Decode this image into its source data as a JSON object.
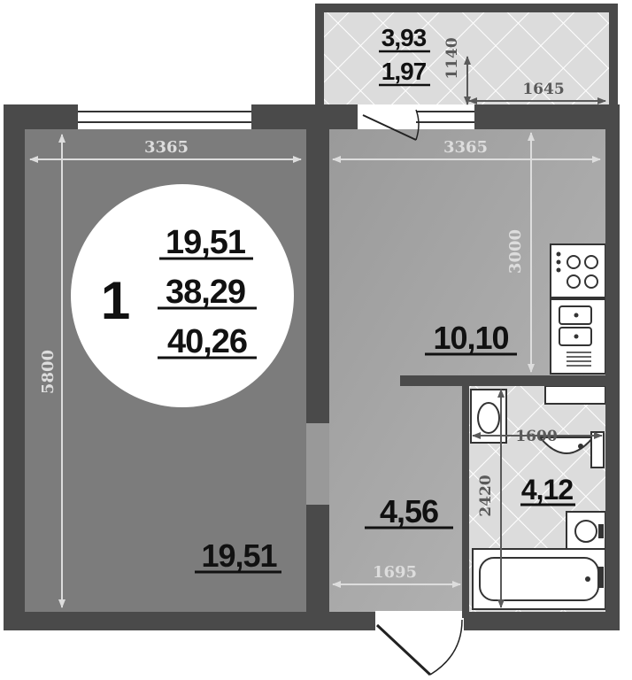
{
  "plan": {
    "badge": {
      "rooms": "1",
      "living_area": "19,51",
      "total_area": "38,29",
      "total_with_balcony": "40,26"
    },
    "balcony": {
      "area_full": "3,93",
      "area_reduced": "1,97"
    },
    "rooms": {
      "living_room": "19,51",
      "kitchen": "10,10",
      "hallway": "4,56",
      "bathroom": "4,12"
    },
    "dimensions": {
      "living_width": "3365",
      "living_length": "5800",
      "kitchen_width": "3365",
      "kitchen_length": "3000",
      "hall_width": "1695",
      "bath_width": "1600",
      "bath_length": "2420",
      "balcony_width": "1645",
      "balcony_depth": "1140"
    },
    "colors": {
      "wall": "#4a4a4a",
      "living_floor": "#7a7a7a",
      "kitchen_floor": "#a6a6a6",
      "bath_floor": "#d9d9d9",
      "balcony_floor": "#e2e2e2"
    }
  }
}
